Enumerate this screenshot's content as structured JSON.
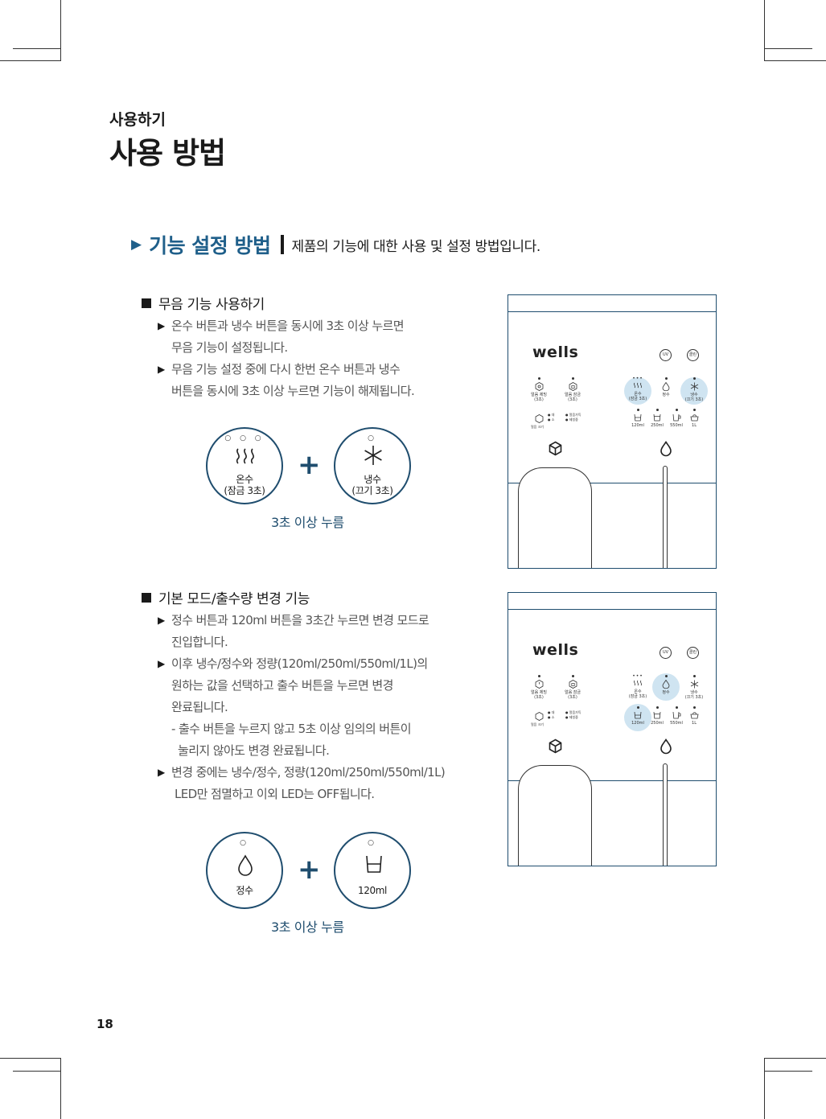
{
  "header": {
    "kicker": "사용하기",
    "title": "사용 방법"
  },
  "section": {
    "marker": "▶",
    "heading": "기능 설정 방법",
    "description": "제품의 기능에 대한 사용 및 설정 방법입니다."
  },
  "mute": {
    "heading": "무음 기능 사용하기",
    "bullets": [
      {
        "lines": [
          "온수 버튼과 냉수 버튼을 동시에 3초 이상 누르면",
          "무음 기능이 설정됩니다."
        ]
      },
      {
        "lines": [
          "무음 기능 설정 중에 다시 한번 온수 버튼과 냉수",
          "버튼을 동시에 3초 이상 누르면 기능이 해제됩니다."
        ]
      }
    ],
    "diagram": {
      "left_dots": "○ ○ ○",
      "left_label": "온수",
      "left_sublabel": "(잠금 3초)",
      "right_dots": "○",
      "right_label": "냉수",
      "right_sublabel": "(끄기 3초)",
      "plus": "+",
      "caption": "3초 이상 누름"
    }
  },
  "mode": {
    "heading": "기본 모드/출수량 변경 기능",
    "bullets": [
      {
        "lines": [
          "정수 버튼과 120ml 버튼을 3초간 누르면 변경 모드로",
          "진입합니다."
        ]
      },
      {
        "lines": [
          "이후 냉수/정수와 정량(120ml/250ml/550ml/1L)의",
          "원하는 값을 선택하고 출수 버튼을 누르면 변경",
          "완료됩니다."
        ],
        "note": [
          "- 출수 버튼을 누르지 않고 5초 이상 임의의 버튼이",
          "눌리지 않아도 변경 완료됩니다."
        ]
      },
      {
        "lines": [
          "변경 중에는 냉수/정수, 정량(120ml/250ml/550ml/1L)",
          "LED만 점멸하고 이외 LED는 OFF됩니다."
        ]
      }
    ],
    "diagram": {
      "left_dots": "○",
      "left_label": "정수",
      "right_dots": "○",
      "right_label": "120ml",
      "plus": "+",
      "caption": "3초 이상 누름"
    }
  },
  "panel": {
    "brand": "wells",
    "uv_label": "UV",
    "clean_label": "클린",
    "ice_make_label": "얼음 제빙",
    "ice_make_sub": "(3초)",
    "ice_lock_label": "얼음 잠금",
    "ice_lock_sub": "(3초)",
    "ice_size_label": "얼음 크기",
    "size_big": "대",
    "size_small": "소",
    "ice_full": "얼음가득",
    "ice_ing": "제빙중",
    "hot_label": "온수",
    "hot_sub": "(잠금 3초)",
    "purified_label": "정수",
    "cold_label": "냉수",
    "cold_sub": "(끄기 3초)",
    "vol_120": "120ml",
    "vol_250": "250ml",
    "vol_550": "550ml",
    "vol_1l": "1L"
  },
  "footer": {
    "page_number": "18"
  },
  "colors": {
    "accent": "#1f5f8a",
    "outline": "#1f4d6e",
    "highlight": "#cfe4f1"
  }
}
